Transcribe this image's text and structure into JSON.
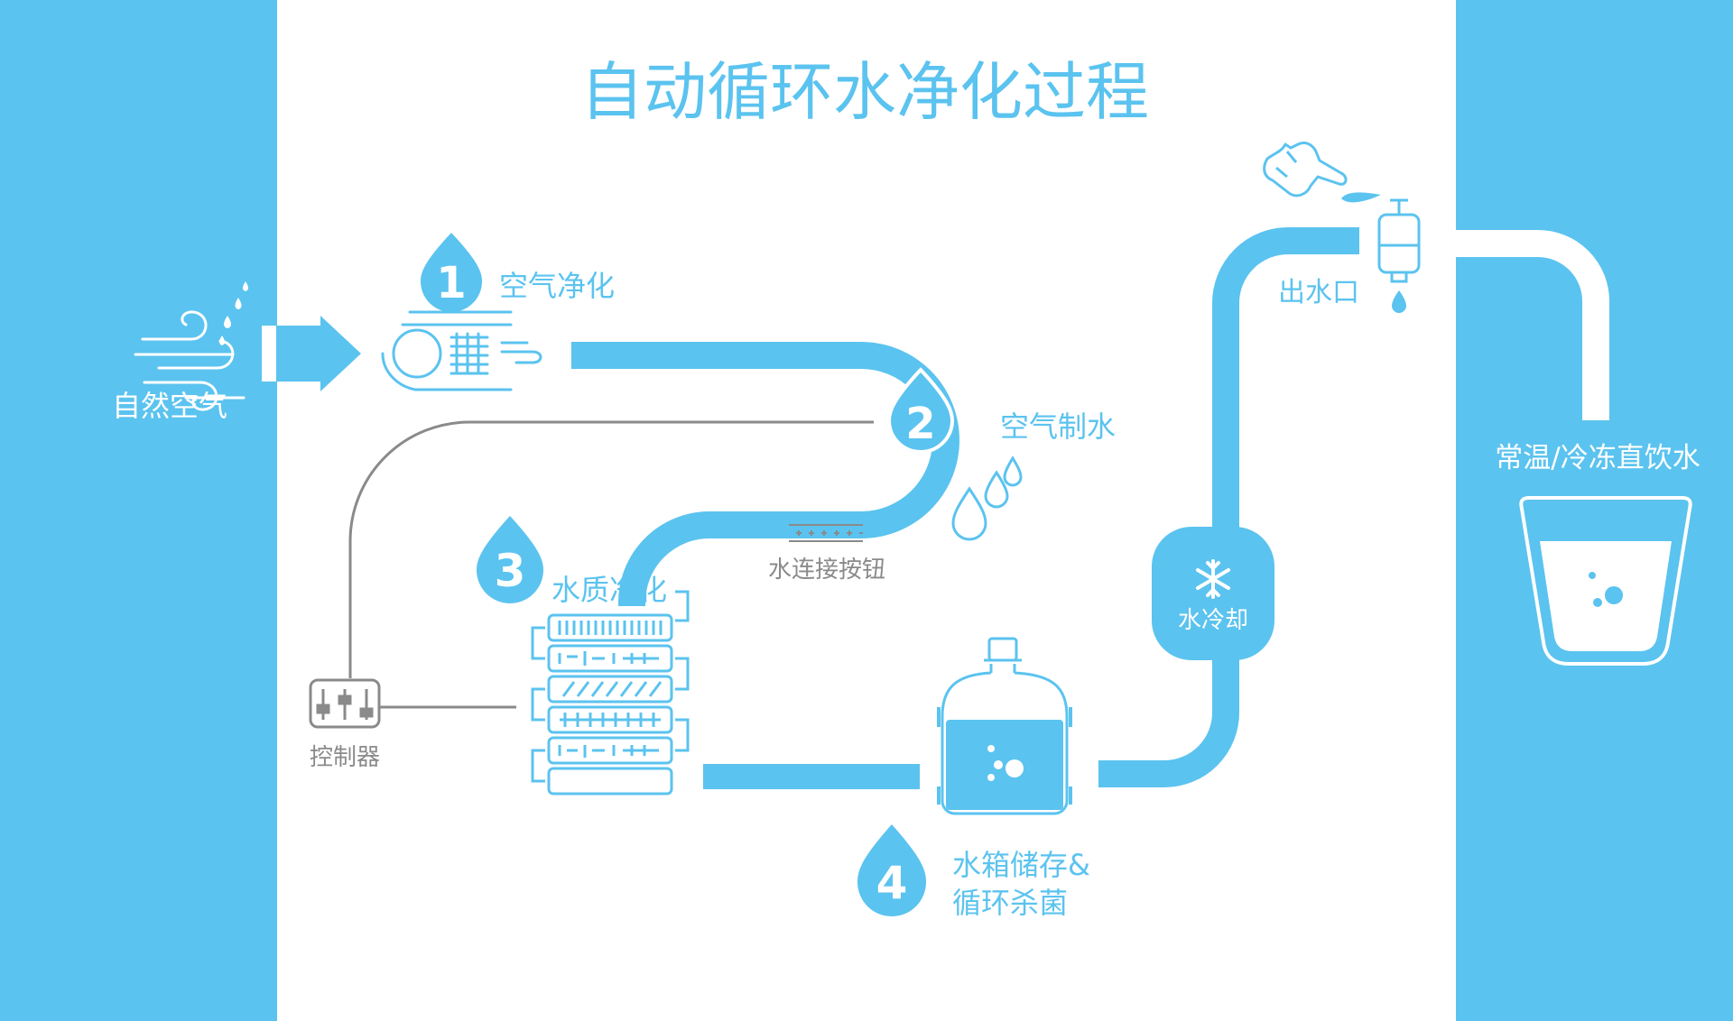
{
  "title": "自动循环水净化过程",
  "colors": {
    "blue": "#5BC3EF",
    "white": "#FFFFFF",
    "gray": "#8A8A8A"
  },
  "labels": {
    "natural_air": "自然空气",
    "water_outlet": "出水口",
    "drink_water": "常温/冷冻直饮水",
    "water_connect_button": "水连接按钮",
    "controller": "控制器",
    "water_cooling": "水冷却"
  },
  "steps": [
    {
      "number": "1",
      "label": "空气净化"
    },
    {
      "number": "2",
      "label": "空气制水"
    },
    {
      "number": "3",
      "label": "水质净化"
    },
    {
      "number": "4",
      "label_line1": "水箱储存&",
      "label_line2": "循环杀菌"
    }
  ],
  "icons": {
    "wind": "wind-icon",
    "arrow": "arrow-right-icon",
    "fan": "air-purifier-icon",
    "filters": "filter-stack-icon",
    "controller": "controller-icon",
    "tank": "water-tank-icon",
    "snowflake": "snowflake-icon",
    "faucet": "faucet-icon",
    "hand": "hand-pointer-icon",
    "glass": "water-glass-icon",
    "button": "water-button-icon"
  }
}
